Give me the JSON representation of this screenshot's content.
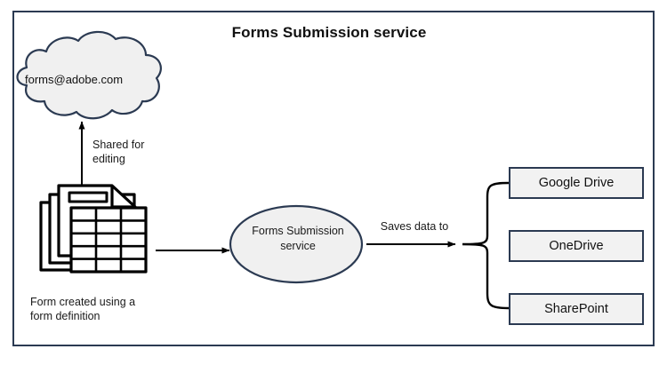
{
  "diagram": {
    "title": "Forms Submission service",
    "frame_border_color": "#2b3a52",
    "background_color": "#ffffff",
    "shape_fill_color": "#f2f2f2",
    "text_color": "#1a1a1a"
  },
  "cloud": {
    "name": "cloud-shape",
    "label": "forms@adobe.com"
  },
  "connectors": {
    "shared_for_editing": {
      "label": "Shared for editing",
      "label_line_1": "Shared for",
      "label_line_2": "editing",
      "direction": "up",
      "from": "form-document-icon",
      "to": "cloud-shape"
    },
    "form_to_service": {
      "label": "",
      "direction": "right",
      "from": "form-document-icon",
      "to": "forms-submission-service-ellipse"
    },
    "saves_data_to": {
      "label": "Saves data to",
      "direction": "right",
      "from": "forms-submission-service-ellipse",
      "to": "destination-brace"
    }
  },
  "form_icon": {
    "name": "form-document-icon",
    "caption": "Form created using a form definition",
    "caption_line_1": "Form created using a",
    "caption_line_2": "form definition",
    "table_rows": 5,
    "table_cols": 3
  },
  "service": {
    "name": "forms-submission-service-ellipse",
    "label": "Forms Submission service",
    "label_line_1": "Forms Submission",
    "label_line_2": "service"
  },
  "destinations": {
    "heading": "Saves data to",
    "items": [
      {
        "label": "Google Drive"
      },
      {
        "label": "OneDrive"
      },
      {
        "label": "SharePoint"
      }
    ]
  }
}
